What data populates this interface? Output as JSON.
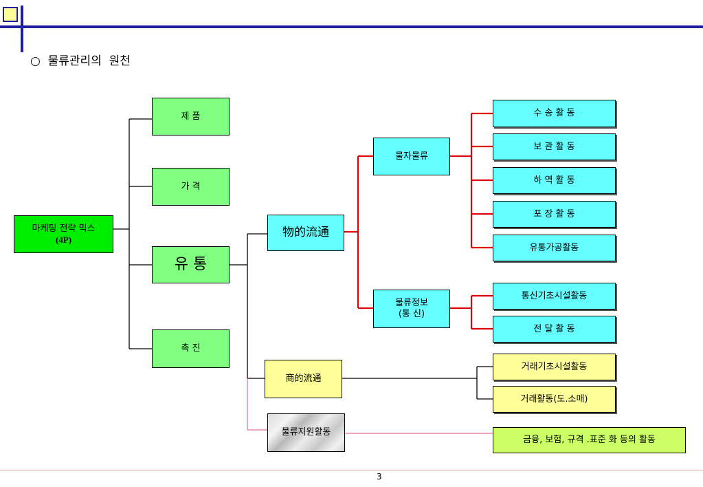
{
  "slide": {
    "title": "○  물류관리의  원천",
    "page_number": "3"
  },
  "nodes": {
    "marketing_mix": {
      "line1": "마케팅 전략 믹스",
      "line2": "(4P)"
    },
    "product": "제  품",
    "price": "가  격",
    "distribution": "유  통",
    "promotion": "촉  진",
    "physical_distribution": "物的流通",
    "commercial_distribution": "商的流通",
    "support_activities": "물류지원활동",
    "material_logistics": "물자물류",
    "logistics_info": {
      "line1": "물류정보",
      "line2": "(통  신)"
    },
    "transport": "수 송 활 동",
    "storage": "보 관 활 동",
    "loading": "하 역 활 동",
    "packaging": "포 장 활 동",
    "processing": "유통가공활동",
    "comm_infra": "통신기초시설활동",
    "delivery": "전 달 활 동",
    "trade_infra": "거래기초시설활동",
    "trade_activity": "거래활동(도.소매)",
    "finance": "금융, 보험, 규격 .표준 화 등의 활동"
  },
  "colors": {
    "title_rule": "#1f1f99",
    "accent_square": "#ffff99",
    "red_connector": "#e0000a",
    "pink_connector": "#e07090",
    "light_green": "#80ff80",
    "bright_green": "#00ee00",
    "cyan": "#66ffff",
    "light_yellow": "#ffff99",
    "yellow_green": "#ccff66"
  }
}
